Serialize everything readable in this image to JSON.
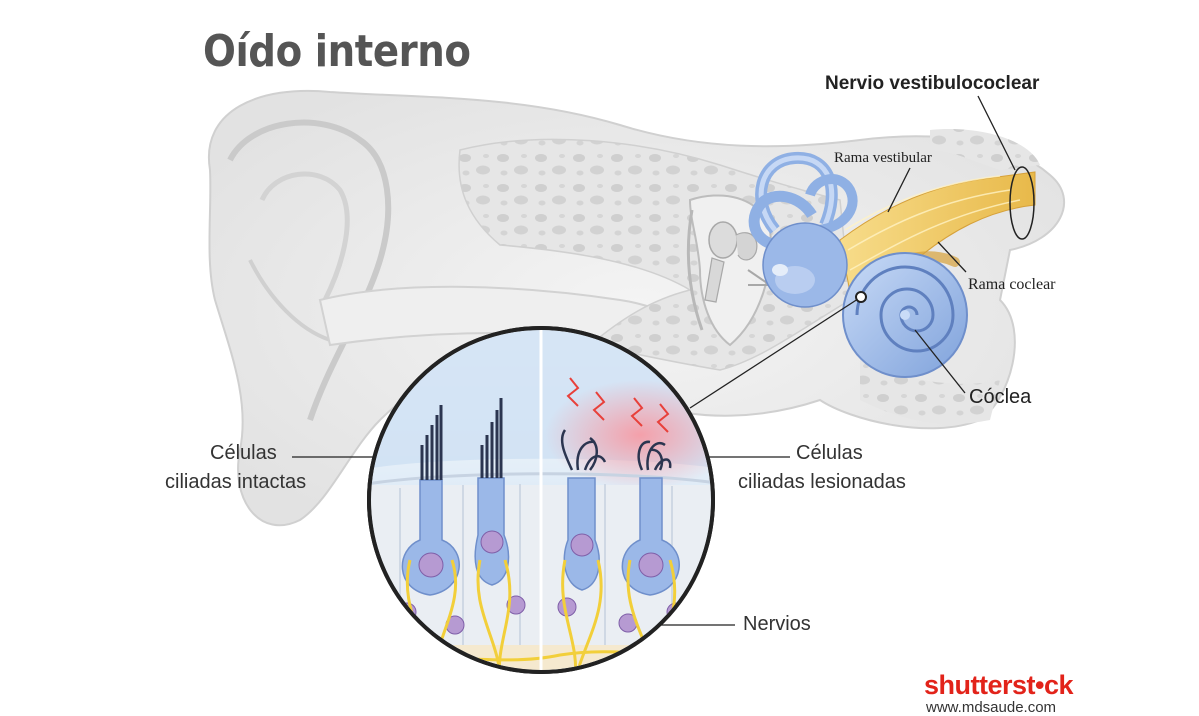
{
  "title": "Oído interno",
  "labels": {
    "nervio_vestibulococlear": "Nervio vestibulococlear",
    "rama_vestibular": "Rama vestibular",
    "rama_coclear": "Rama coclear",
    "coclea": "Cóclea",
    "celulas_intactas_1": "Células",
    "celulas_intactas_2": "ciliadas intactas",
    "celulas_lesionadas_1": "Células",
    "celulas_lesionadas_2": "ciliadas lesionadas",
    "nervios": "Nervios"
  },
  "watermark": {
    "brand_a": "shutterst",
    "brand_b": "ck",
    "site": "www.mdsaude.com"
  },
  "colors": {
    "title": "#555555",
    "cochlea_blue": "#9bb8e8",
    "nerve_yellow": "#f2cf3a",
    "damage_red": "#e8403a",
    "brand_red": "#e2231a"
  }
}
